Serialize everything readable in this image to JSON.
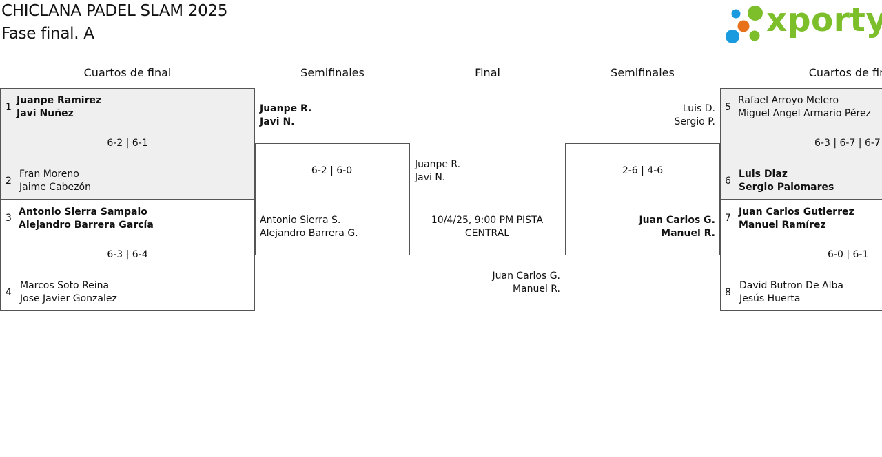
{
  "header": {
    "title": "CHICLANA PADEL SLAM 2025",
    "subtitle": "Fase final. A",
    "logo_text": "xporty"
  },
  "rounds": {
    "left_quarters": "Cuartos de final",
    "left_semis": "Semifinales",
    "final": "Final",
    "right_semis": "Semifinales",
    "right_quarters": "Cuartos de fin"
  },
  "left_quarters": [
    {
      "seed_a": "1",
      "team_a": [
        "Juanpe Ramirez",
        "Javi Nuñez"
      ],
      "score": "6-2 | 6-1",
      "seed_b": "2",
      "team_b": [
        "Fran Moreno",
        "Jaime Cabezón"
      ]
    },
    {
      "seed_a": "3",
      "team_a": [
        "Antonio Sierra Sampalo",
        "Alejandro Barrera García"
      ],
      "score": "6-3 | 6-4",
      "seed_b": "4",
      "team_b": [
        "Marcos Soto Reina",
        "Jose Javier Gonzalez"
      ]
    }
  ],
  "left_semi": {
    "team_a": [
      "Juanpe R.",
      "Javi N."
    ],
    "score": "6-2 | 6-0",
    "team_b": [
      "Antonio Sierra S.",
      "Alejandro Barrera G."
    ]
  },
  "final": {
    "team_a": [
      "Juanpe R.",
      "Javi N."
    ],
    "schedule": "10/4/25, 9:00 PM PISTA CENTRAL",
    "team_b": [
      "Juan Carlos G.",
      "Manuel R."
    ]
  },
  "right_semi": {
    "team_a": [
      "Luis D.",
      "Sergio P."
    ],
    "score": "2-6 | 4-6",
    "team_b": [
      "Juan Carlos G.",
      "Manuel R."
    ]
  },
  "right_quarters": [
    {
      "seed_a": "5",
      "team_a": [
        "Rafael Arroyo Melero",
        "Miguel Angel Armario Pérez"
      ],
      "score": "6-3 | 6-7 | 6-7",
      "seed_b": "6",
      "team_b": [
        "Luis Diaz",
        "Sergio Palomares"
      ]
    },
    {
      "seed_a": "7",
      "team_a": [
        "Juan Carlos Gutierrez",
        "Manuel Ramírez"
      ],
      "score": "6-0 | 6-1",
      "seed_b": "8",
      "team_b": [
        "David Butron De Alba",
        "Jesús Huerta"
      ]
    }
  ],
  "colors": {
    "logo_green": "#7cbf2a",
    "logo_blue": "#1a9be0",
    "logo_orange": "#e8721c",
    "box_gray": "#efefef"
  }
}
